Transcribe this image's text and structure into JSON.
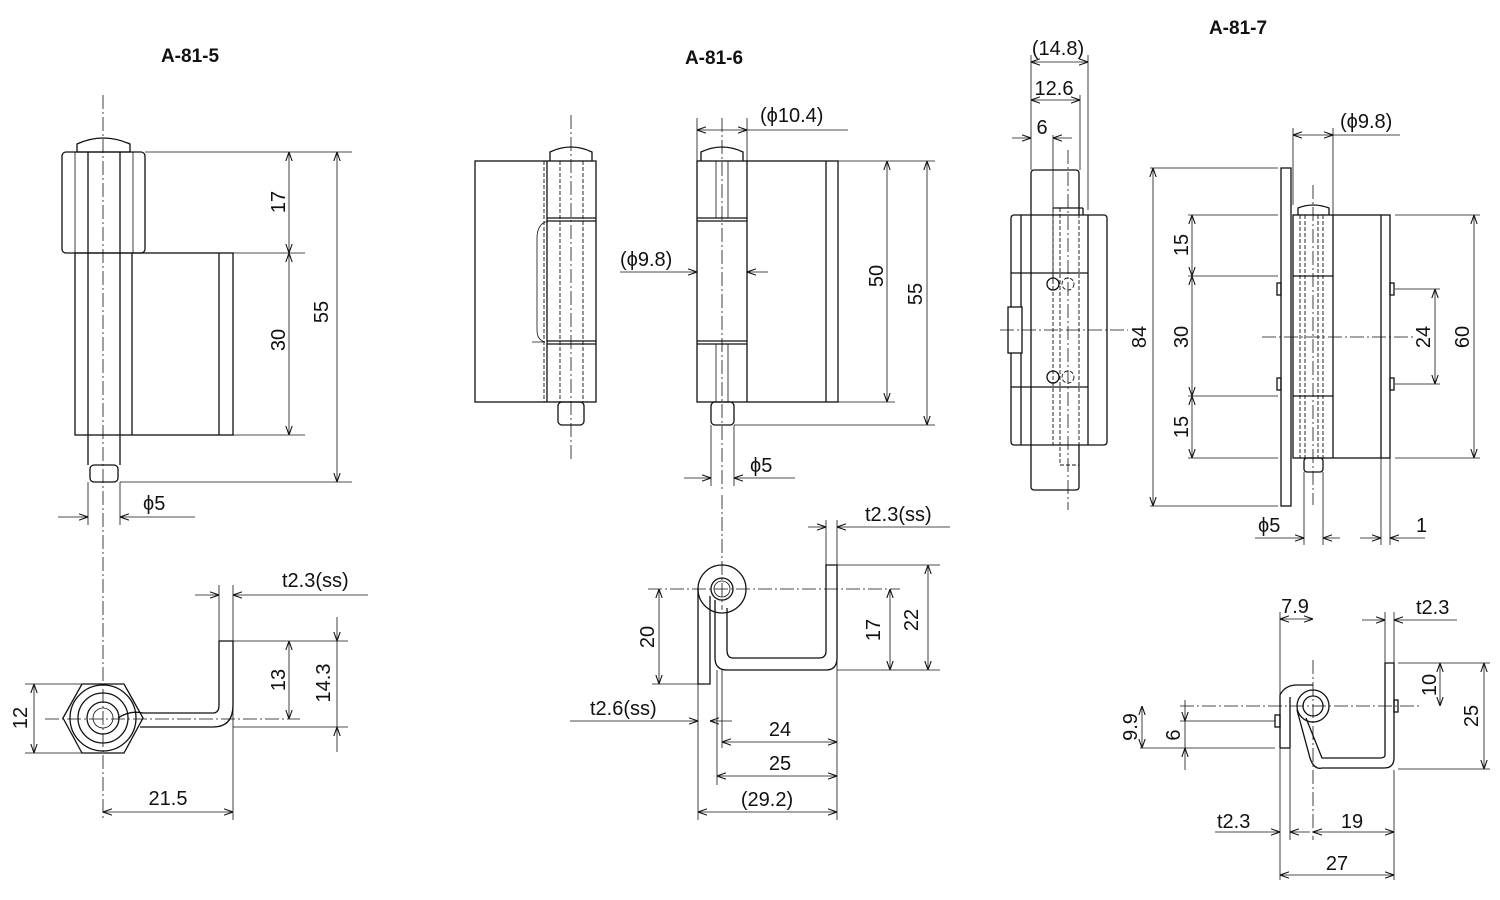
{
  "titles": {
    "a815": "A-81-5",
    "a816": "A-81-6",
    "a817": "A-81-7"
  },
  "a815": {
    "front": {
      "d17": "17",
      "d30": "30",
      "d55": "55",
      "phi5": "ϕ5"
    },
    "bottom": {
      "t": "t2.3(ss)",
      "d13": "13",
      "d14_3": "14.3",
      "d12": "12",
      "d21_5": "21.5"
    }
  },
  "a816": {
    "front": {
      "phi10_4": "(ϕ10.4)",
      "phi9_8": "(ϕ9.8)",
      "d50": "50",
      "d55": "55",
      "phi5": "ϕ5"
    },
    "bottom": {
      "t23": "t2.3(ss)",
      "d22": "22",
      "d17": "17",
      "d20": "20",
      "t26": "t2.6(ss)",
      "d24": "24",
      "d25": "25",
      "d29_2": "(29.2)"
    }
  },
  "a817": {
    "side": {
      "d14_8": "(14.8)",
      "d12_6": "12.6",
      "d6": "6",
      "d84": "84"
    },
    "front": {
      "phi9_8": "(ϕ9.8)",
      "d15a": "15",
      "d30": "30",
      "d15b": "15",
      "d24": "24",
      "d60": "60",
      "phi5": "ϕ5",
      "d1": "1"
    },
    "bottom": {
      "d7_9": "7.9",
      "t_top": "t2.3",
      "d10": "10",
      "d25": "25",
      "d9_9": "9.9",
      "d6": "6",
      "t_bot": "t2.3",
      "d19": "19",
      "d27": "27"
    }
  }
}
